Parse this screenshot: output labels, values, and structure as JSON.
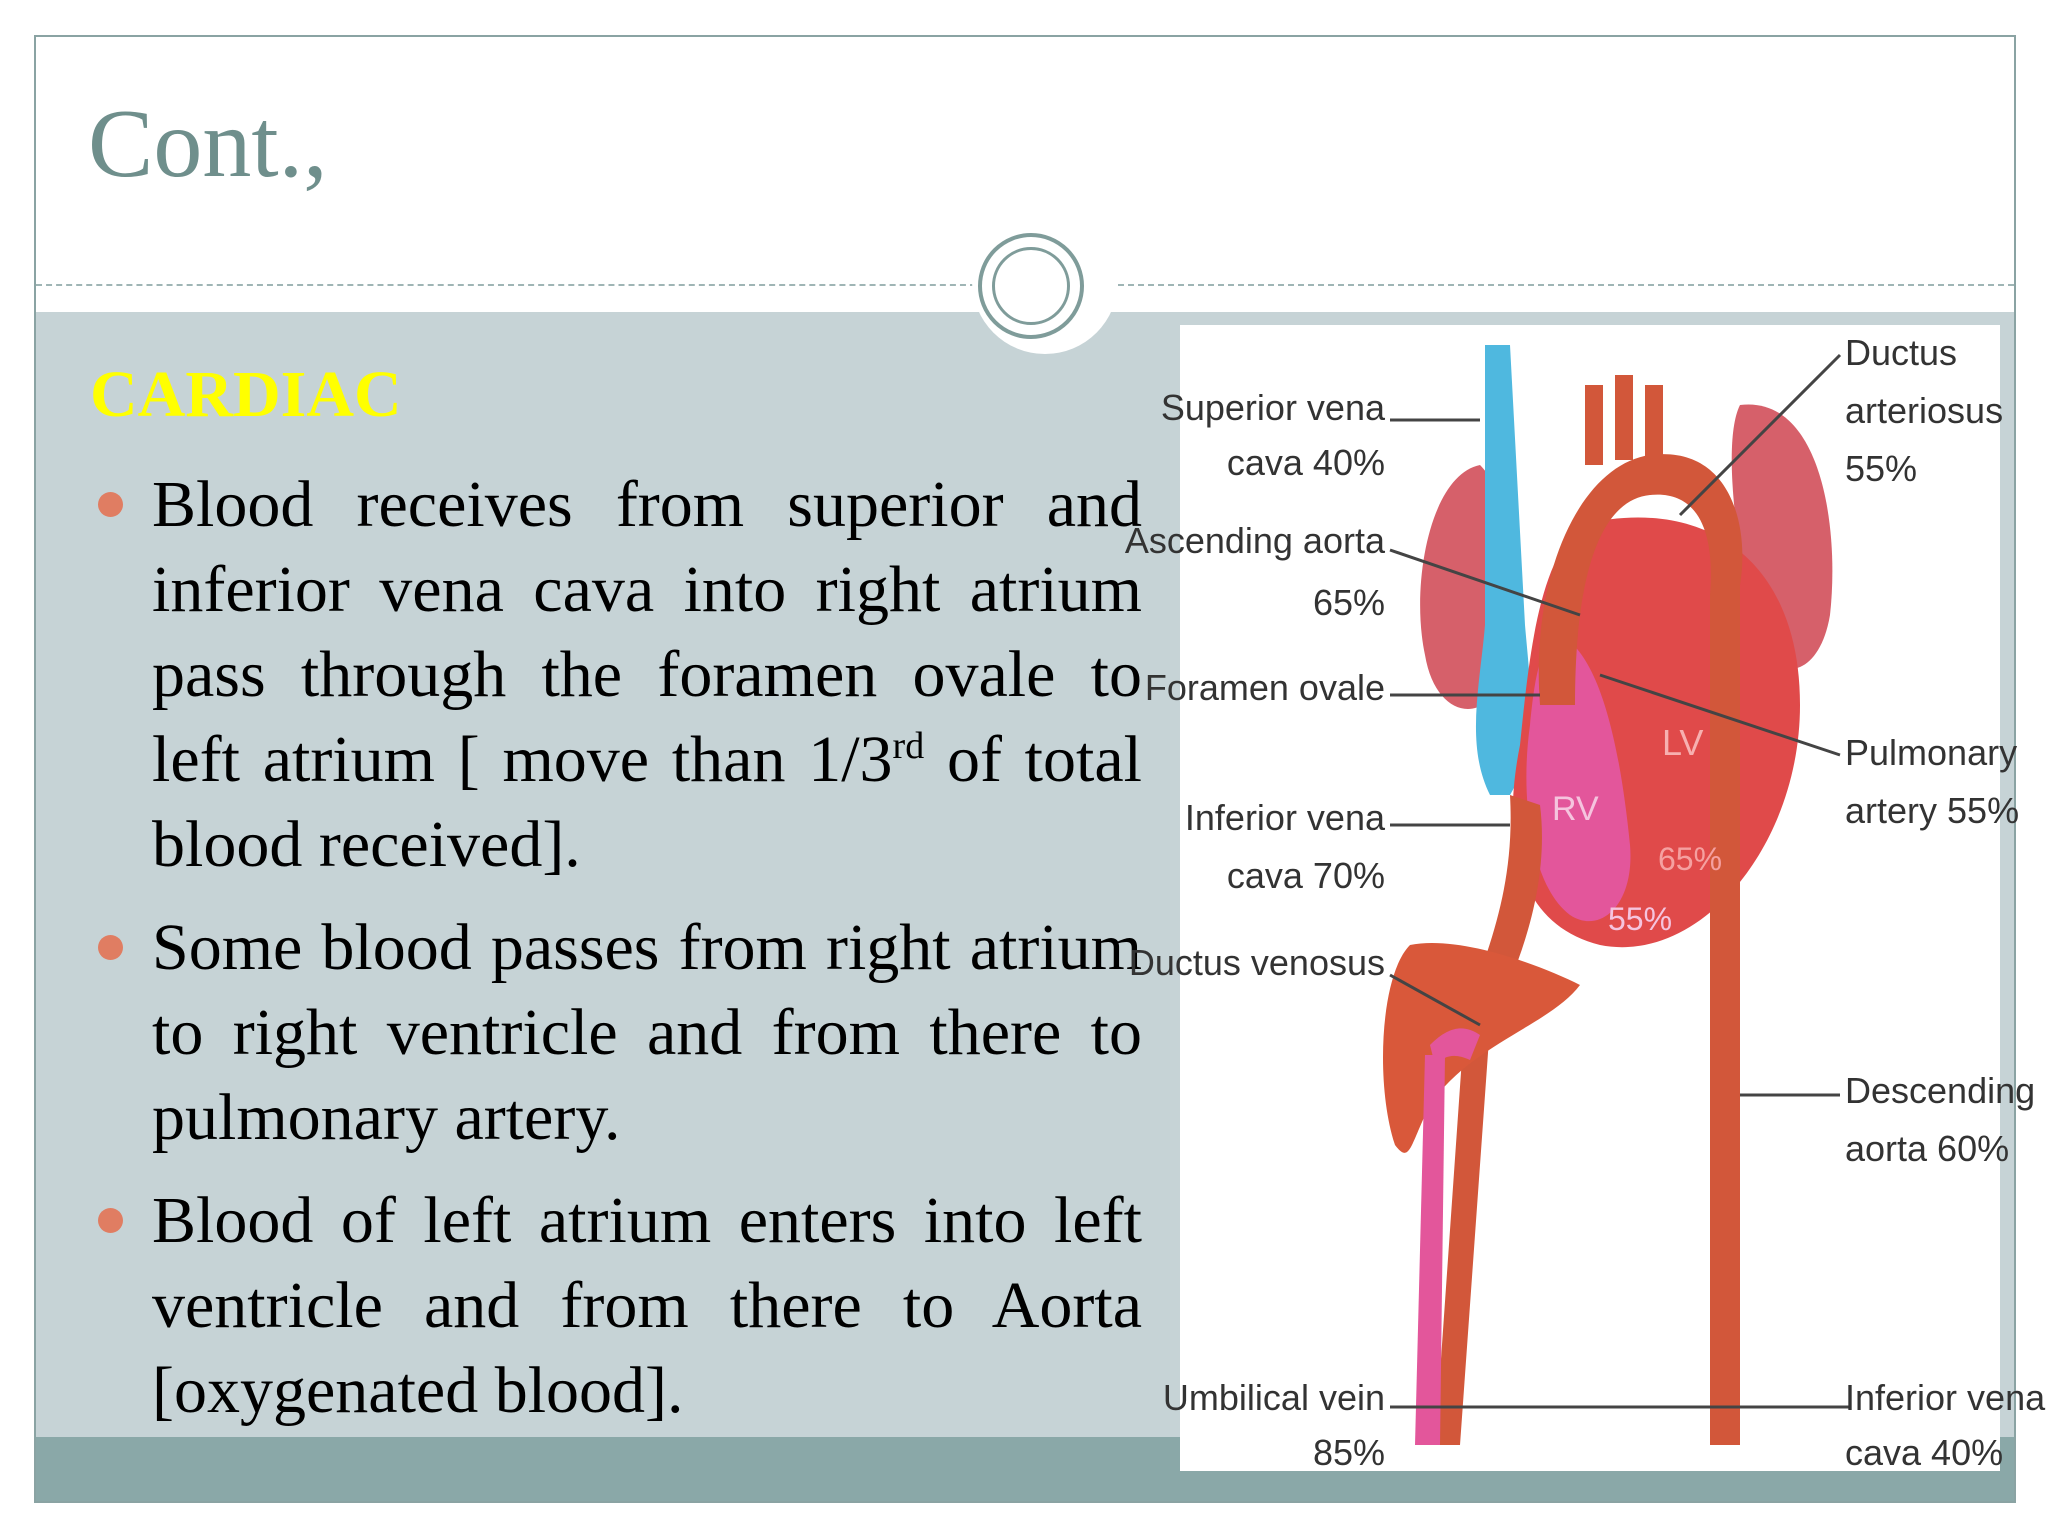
{
  "slide": {
    "title": "Cont.,",
    "heading": "CARDIAC"
  },
  "bullets": [
    {
      "text": "Blood receives from superior and inferior vena cava into right atrium pass through the foramen ovale to left atrium [ move than 1/3",
      "sup": "rd",
      "tail": " of total blood received]."
    },
    {
      "text": "Some blood passes from right atrium to right ventricle and from there to pulmonary artery."
    },
    {
      "text": "Blood of left atrium enters into left ventricle and from there to Aorta [oxygenated blood]."
    }
  ],
  "diagram": {
    "left_labels": [
      {
        "line1": "Superior vena",
        "line2": "cava 40%"
      },
      {
        "line1": "Ascending aorta",
        "line2": "65%"
      },
      {
        "line1": "Foramen ovale",
        "line2": ""
      },
      {
        "line1": "Inferior vena",
        "line2": "cava 70%"
      },
      {
        "line1": "Ductus venosus",
        "line2": ""
      },
      {
        "line1": "Umbilical vein",
        "line2": "85%"
      }
    ],
    "right_labels": [
      {
        "line1": "Ductus",
        "line2": "arteriosus",
        "line3": "55%"
      },
      {
        "line1": "Pulmonary",
        "line2": "artery 55%"
      },
      {
        "line1": "Descending",
        "line2": "aorta 60%"
      },
      {
        "line1": "Inferior vena",
        "line2": "cava 40%"
      }
    ],
    "chambers": {
      "rv": "RV",
      "lv": "LV",
      "lv_pct": "65%",
      "rv_pct": "55%"
    },
    "colors": {
      "artery": "#d2573a",
      "vein": "#4fb8df",
      "heart": "#e04a4a",
      "mixed": "#e3569b",
      "liver": "#d9583a",
      "lung": "#d6606a"
    }
  }
}
